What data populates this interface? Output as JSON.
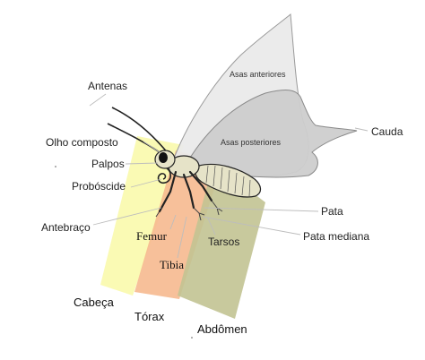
{
  "labels": {
    "antenas": "Antenas",
    "olho_composto": "Olho composto",
    "palpos": "Palpos",
    "proboscide": "Probóscide",
    "antebraco": "Antebraço",
    "femur": "Femur",
    "tibia": "Tibia",
    "tarsos": "Tarsos",
    "pata": "Pata",
    "pata_mediana": "Pata mediana",
    "cauda": "Cauda",
    "asas_anteriores": "Asas anteriores",
    "asas_posteriores": "Asas posteriores"
  },
  "regions": {
    "cabeca": "Cabeça",
    "torax": "Tórax",
    "abdomen": "Abdômen"
  },
  "colors": {
    "head_region": "#fafab0",
    "thorax_region": "#f6b98f",
    "abdomen_region": "#c2c392",
    "forewing": "#eaeaea",
    "hindwing": "#cdcdcd",
    "body": "#e6e3c8",
    "outline": "#222222"
  }
}
